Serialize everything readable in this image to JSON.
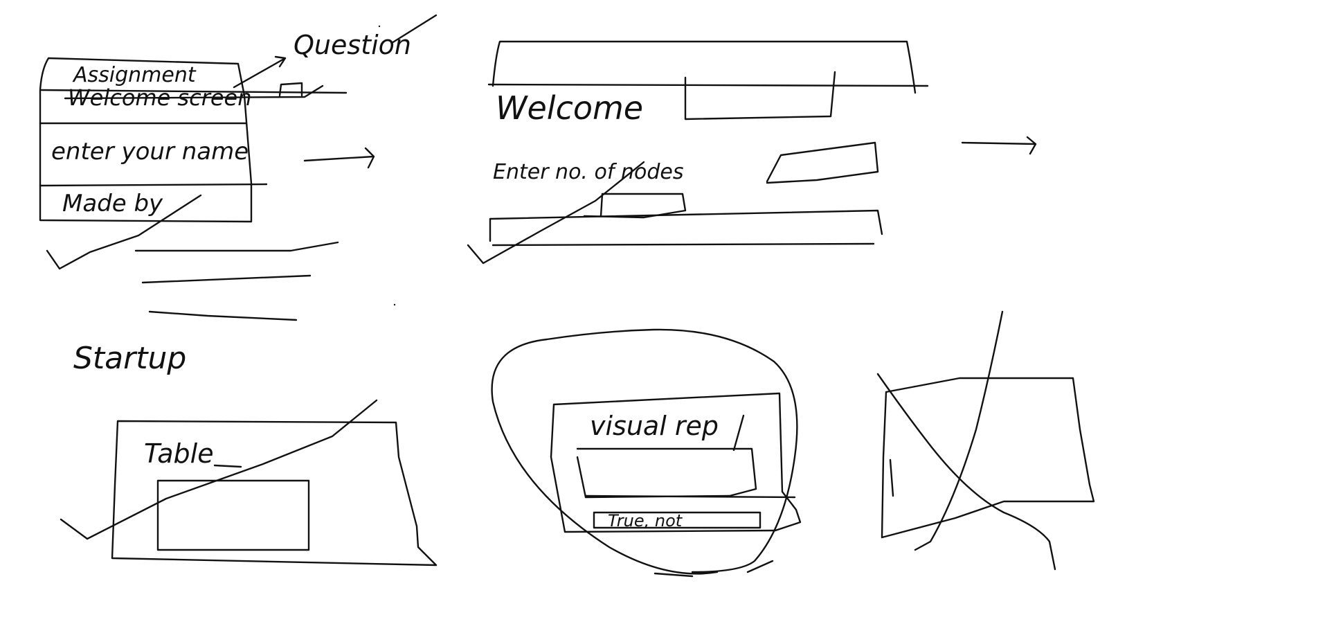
{
  "sketch_1": {
    "title": "Assignment",
    "welcome": "Welcome screen",
    "prompt": "enter your name",
    "footer": "Made by",
    "annotation": "Question",
    "caption": "Startup"
  },
  "sketch_2": {
    "welcome": "Welcome",
    "prompt": "Enter no. of nodes"
  },
  "sketch_3": {
    "title": "Table"
  },
  "sketch_4": {
    "title": "visual rep",
    "button": "True, not"
  },
  "colors": {
    "ink": "#111111",
    "paper": "#ffffff"
  }
}
